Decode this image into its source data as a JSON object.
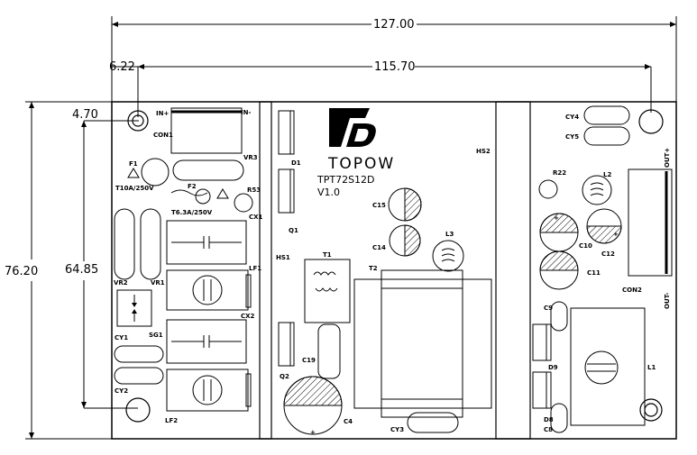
{
  "dimensions": {
    "total_width": "127.00",
    "hole_spacing": "115.70",
    "hole_offset_x": "6.22",
    "hole_offset_y": "4.70",
    "total_height": "76.20",
    "hole_spacing_vertical": "64.85"
  },
  "brand": {
    "name": "TOPOW",
    "model": "TPT72S12D",
    "version": "V1.0"
  },
  "labels": {
    "con1": "CON1",
    "ln_plus": "IN+",
    "ln_minus": "IN-",
    "vr3": "VR3",
    "f1": "F1",
    "f1_rating": "T10A/250V",
    "f2": "F2",
    "f2_rating": "T6.3A/250V",
    "r53": "R53",
    "cx1": "CX1",
    "vr2": "VR2",
    "vr1": "VR1",
    "lf1": "LF1",
    "cx2": "CX2",
    "sg1": "SG1",
    "cy1": "CY1",
    "cy2": "CY2",
    "lf2": "LF2",
    "d1": "D1",
    "q1": "Q1",
    "hs1": "HS1",
    "t1": "T1",
    "t2": "T2",
    "c15": "C15",
    "c14": "C14",
    "l3": "L3",
    "hs2": "HS2",
    "c19": "C19",
    "q2": "Q2",
    "c4": "C4",
    "cy3": "CY3",
    "cy4": "CY4",
    "cy5": "CY5",
    "r22": "R22",
    "l2": "L2",
    "c10": "C10",
    "c12": "C12",
    "c11": "C11",
    "con2": "CON2",
    "out_plus": "OUT+",
    "out_minus": "OUT-",
    "c9": "C9",
    "d9": "D9",
    "l1": "L1",
    "d8": "D8",
    "c8": "C8"
  },
  "symbols": {
    "plus": "+"
  },
  "icons": [
    "mounting-hole-icon",
    "warning-icon",
    "capacitor-icon",
    "inductor-icon",
    "brand-logo-icon"
  ]
}
